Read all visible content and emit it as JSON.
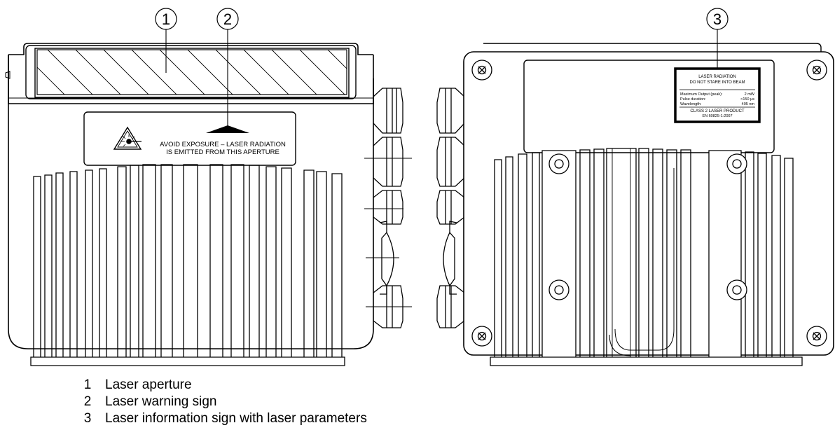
{
  "callouts": [
    "1",
    "2",
    "3"
  ],
  "warning_sign": {
    "line1": "AVOID EXPOSURE  –  LASER RADIATION",
    "line2": "IS EMITTED FROM THIS APERTURE"
  },
  "info_sign": {
    "title1": "LASER RADIATION",
    "title2": "DO NOT STARE INTO BEAM",
    "rows": [
      {
        "label": "Maximum Output (peak):",
        "value": "2 mW"
      },
      {
        "label": "Pulse duration:",
        "value": "<150 µs"
      },
      {
        "label": "Wavelength:",
        "value": "405 nm"
      }
    ],
    "footer1": "CLASS 2 LASER PRODUCT",
    "footer2": "EN 60825-1:2007"
  },
  "legend": [
    {
      "num": "1",
      "text": "Laser aperture"
    },
    {
      "num": "2",
      "text": "Laser warning sign"
    },
    {
      "num": "3",
      "text": "Laser information sign with laser parameters"
    }
  ]
}
